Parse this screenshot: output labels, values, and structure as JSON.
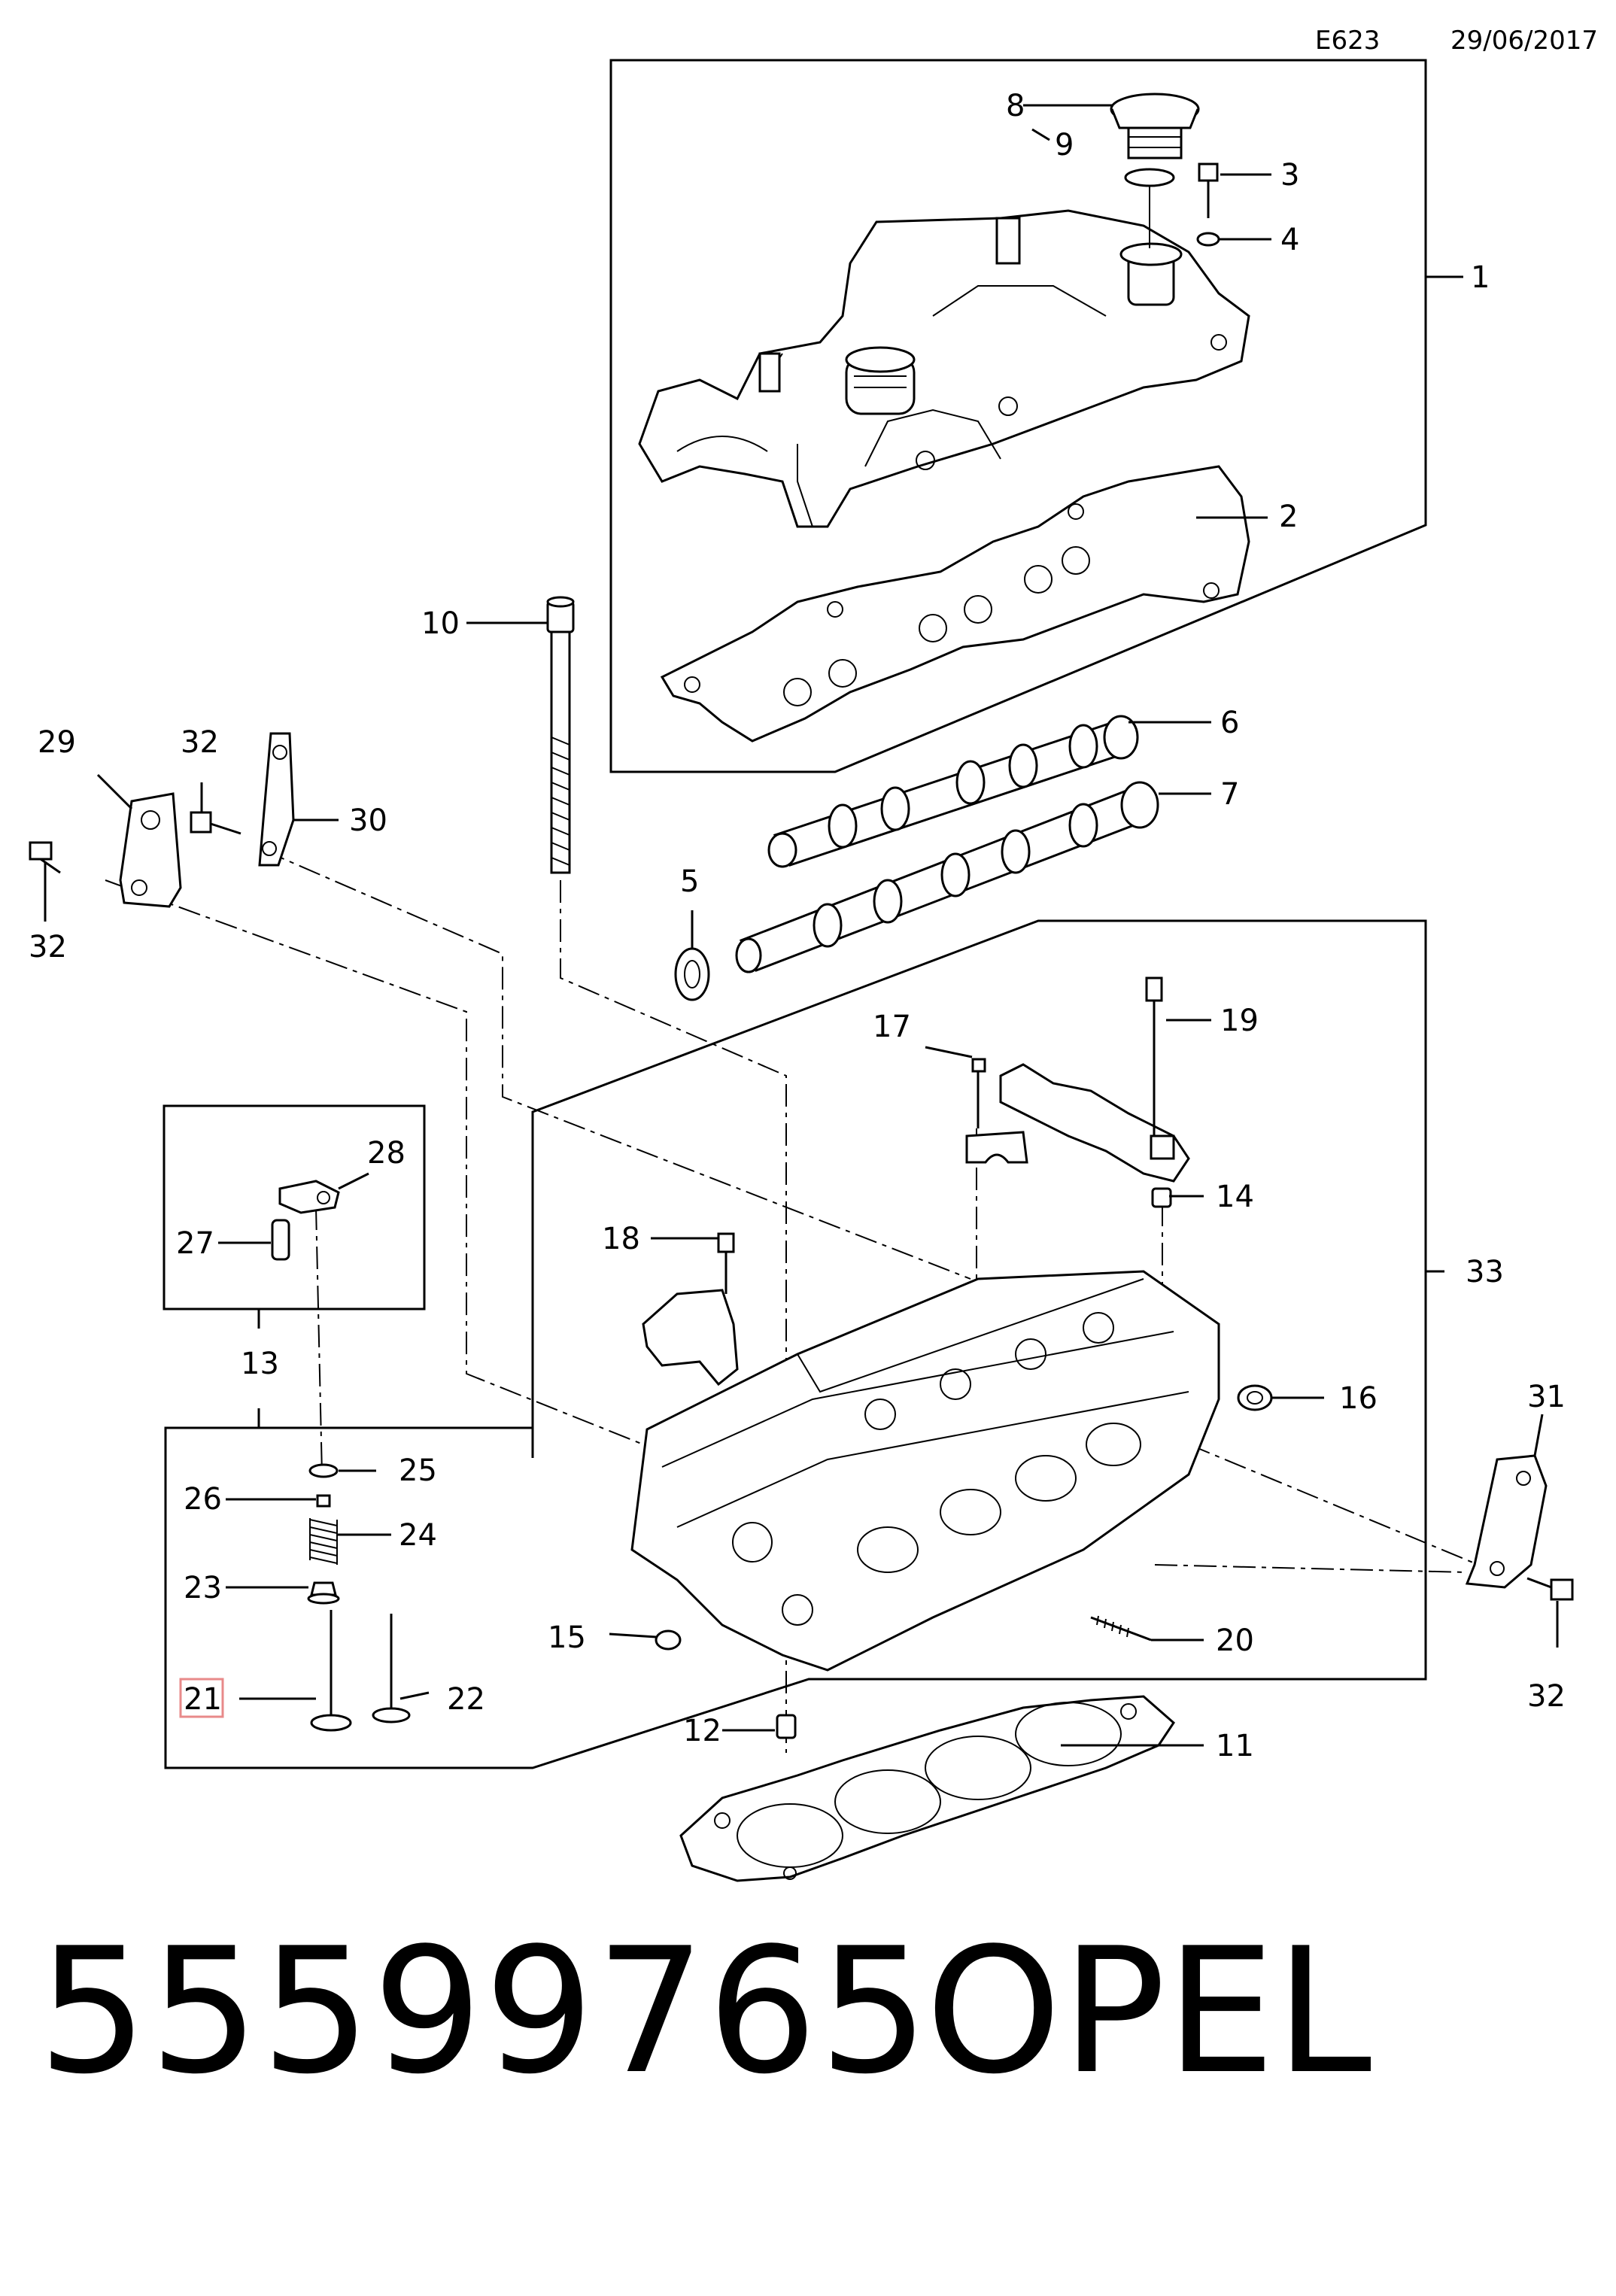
{
  "header": {
    "code": "E623",
    "date": "29/06/2017"
  },
  "footer": {
    "part_number": "55599765",
    "brand": "OPEL"
  },
  "callouts": {
    "c1": "1",
    "c2": "2",
    "c3": "3",
    "c4": "4",
    "c5": "5",
    "c6": "6",
    "c7": "7",
    "c8": "8",
    "c9": "9",
    "c10": "10",
    "c11": "11",
    "c12": "12",
    "c13": "13",
    "c14": "14",
    "c15": "15",
    "c16": "16",
    "c17": "17",
    "c18": "18",
    "c19": "19",
    "c20": "20",
    "c21": "21",
    "c22": "22",
    "c23": "23",
    "c24": "24",
    "c25": "25",
    "c26": "26",
    "c27": "27",
    "c28": "28",
    "c29": "29",
    "c30": "30",
    "c31": "31",
    "c32a": "32",
    "c32b": "32",
    "c32c": "32",
    "c33": "33"
  },
  "highlight": {
    "callout": "21",
    "color": "#e88a8a"
  }
}
